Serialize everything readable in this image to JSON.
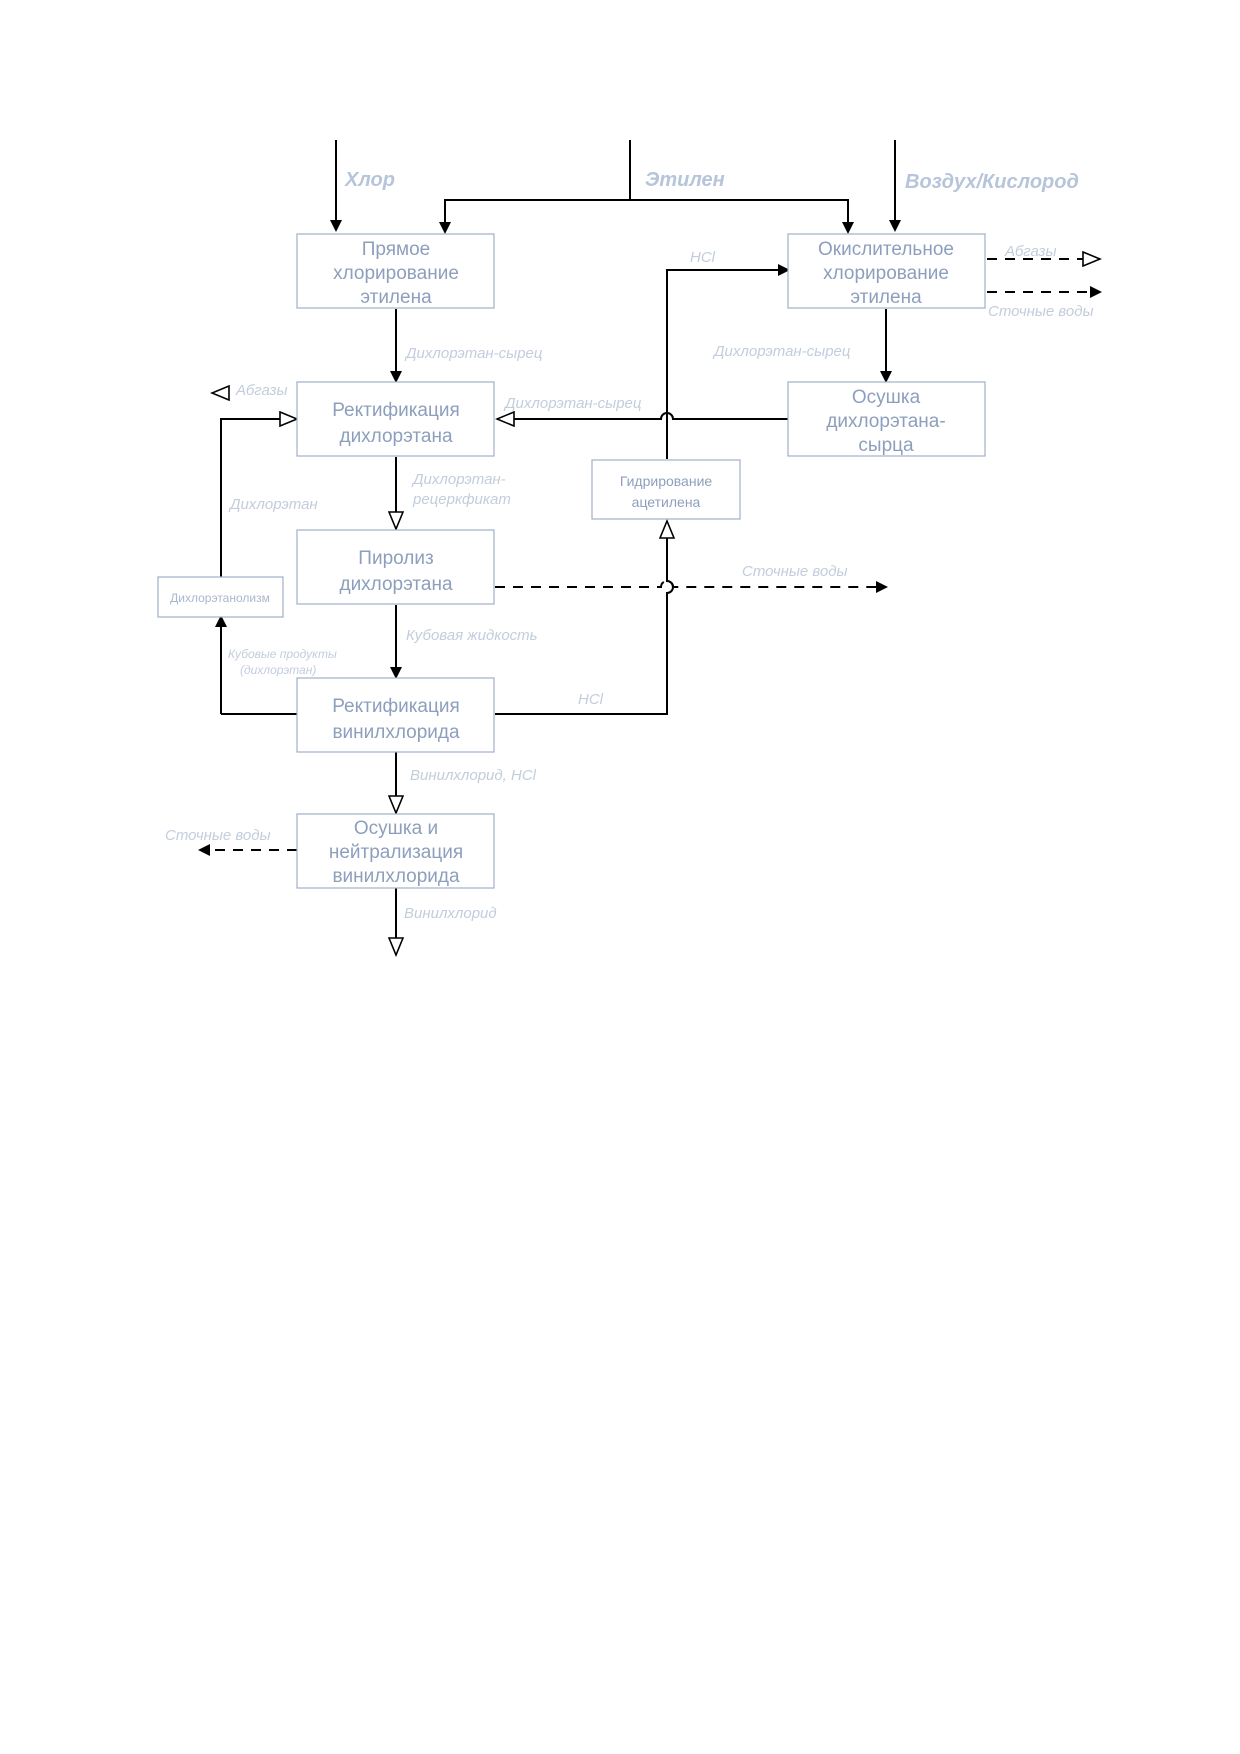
{
  "inputs": {
    "chlorine": "Хлор",
    "ethylene": "Этилен",
    "air_oxygen": "Воздух/Кислород"
  },
  "boxes": {
    "direct_chlorination": [
      "Прямое",
      "хлорирование",
      "этилена"
    ],
    "oxychlorination": [
      "Окислительное",
      "хлорирование",
      "этилена"
    ],
    "edc_rectification": [
      "Ректификация",
      "дихлорэтана"
    ],
    "edc_drying": [
      "Осушка",
      "дихлорэтана-",
      "сырца"
    ],
    "acetylene_hydrogenation": [
      "Гидрирование",
      "ацетилена"
    ],
    "edc_pyrolysis": [
      "Пиролиз",
      "дихлорэтана"
    ],
    "chloroorganics": [
      "Дихлорэтанолизм"
    ],
    "vcm_rectification": [
      "Ректификация",
      "винилхлорида"
    ],
    "vcm_drying": [
      "Осушка и",
      "нейтрализация",
      "винилхлорида"
    ]
  },
  "labels": {
    "hcl_top": "HCl",
    "vent_top": "Абгазы",
    "wastewater_top": "Сточные воды",
    "edc_raw_left": "Дихлорэтан-сырец",
    "edc_raw_right": "Дихлорэтан-сырец",
    "edc_raw_mid": "Дихлорэтан-сырец",
    "vent_left": "Абгазы",
    "edc_recycle": "Дихлорэтан",
    "edc_vcm": [
      "Дихлорэтан-",
      "рецеркфикат"
    ],
    "wastewater_mid": "Сточные воды",
    "bottoms": "Кубовая жидкость",
    "bottoms_small": [
      "Кубовые продукты",
      "(дихлорэтан)"
    ],
    "hcl_bottom": "HCl",
    "vcm_hcl": "Винилхлорид, HCl",
    "wastewater_left": "Сточные воды",
    "vcm": "Винилхлорид"
  }
}
